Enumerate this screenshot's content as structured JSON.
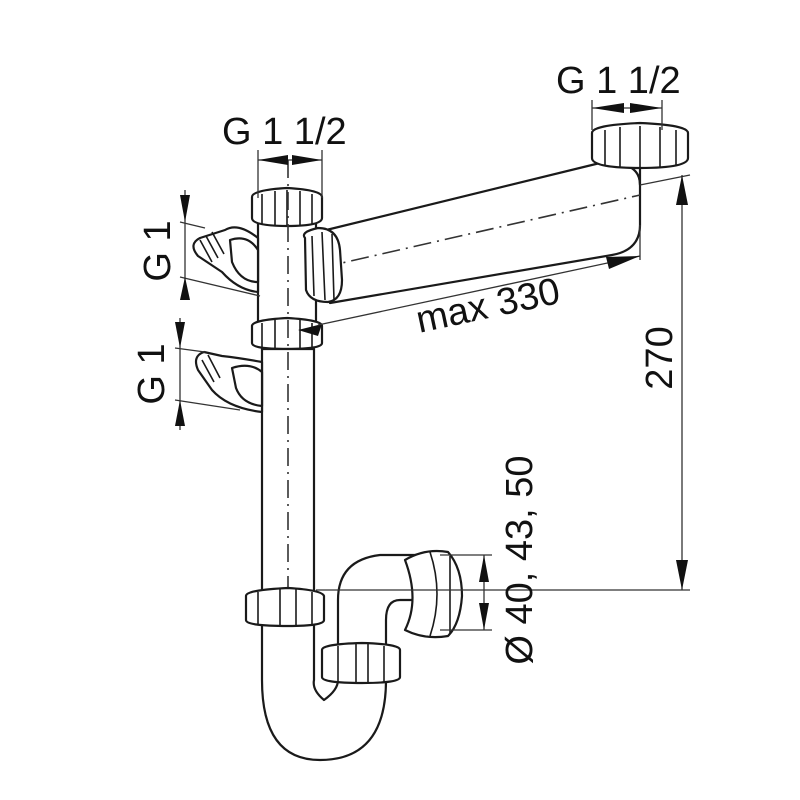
{
  "diagram": {
    "subject": "double-bowl sink siphon with overflow/appliance connections",
    "labels": {
      "top_left_thread": "G 1 1/2",
      "top_right_thread": "G 1 1/2",
      "upper_side_inlet": "G 1",
      "lower_side_inlet": "G 1",
      "horizontal_pipe_length": "max 330",
      "height": "270",
      "outlet_diameters": "Ø 40, 43, 50"
    },
    "components": [
      "left-inlet-nut",
      "right-inlet-nut",
      "horizontal-connector-pipe",
      "upper-side-hose-nozzle",
      "lower-side-hose-nozzle",
      "vertical-tailpiece",
      "trap-bend",
      "trap-nuts",
      "outlet-nut"
    ],
    "colors": {
      "line": "#1a1a1a",
      "background": "#ffffff"
    }
  }
}
